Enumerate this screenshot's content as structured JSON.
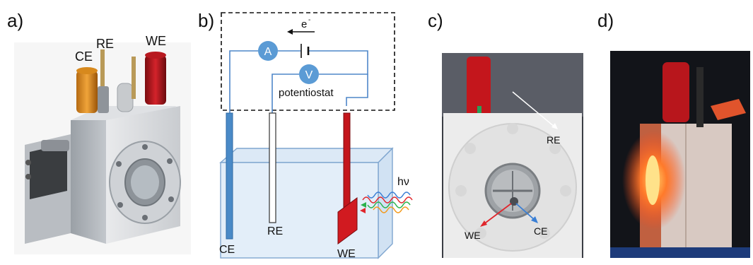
{
  "panels": {
    "a": {
      "label": "a)",
      "electrodes": {
        "ce": "CE",
        "re": "RE",
        "we": "WE"
      }
    },
    "b": {
      "label": "b)",
      "electron": "e",
      "electron_sup": "-",
      "ammeter": "A",
      "voltmeter": "V",
      "potentiostat": "potentiostat",
      "electrodes": {
        "ce": "CE",
        "re": "RE",
        "we": "WE"
      },
      "light": "hν",
      "colors": {
        "ce": "#4a8ac7",
        "we": "#c4161c",
        "meter": "#5b9bd5",
        "wire": "#4f87c9"
      }
    },
    "c": {
      "label": "c)",
      "electrodes": {
        "re": "RE",
        "we": "WE",
        "ce": "CE"
      }
    },
    "d": {
      "label": "d)"
    }
  }
}
